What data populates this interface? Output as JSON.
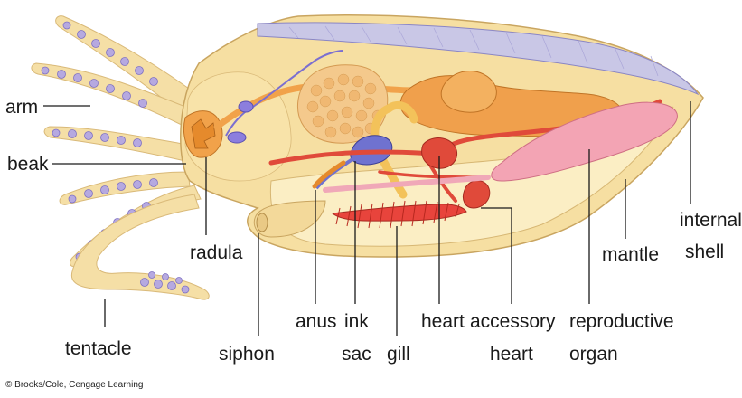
{
  "labels": {
    "arm": "arm",
    "beak": "beak",
    "tentacle": "tentacle",
    "radula": "radula",
    "siphon": "siphon",
    "anus": "anus",
    "ink": "ink",
    "sac": "sac",
    "gill": "gill",
    "heart": "heart",
    "accessory": "accessory",
    "accessory_heart": "heart",
    "reproductive": "reproductive",
    "organ": "organ",
    "mantle": "mantle",
    "internal": "internal",
    "shell": "shell"
  },
  "credit": "© Brooks/Cole, Cengage Learning",
  "colors": {
    "body": "#f7e3a8",
    "mantle_inner": "#fbeec4",
    "shell": "#c9c7e6",
    "orange_organ": "#f1a24a",
    "ink_sac": "#6f72d0",
    "vessel": "#e04a3a",
    "gill": "#e8443c",
    "reproductive": "#f3a4b4",
    "suckers": "#b6a9e0"
  }
}
